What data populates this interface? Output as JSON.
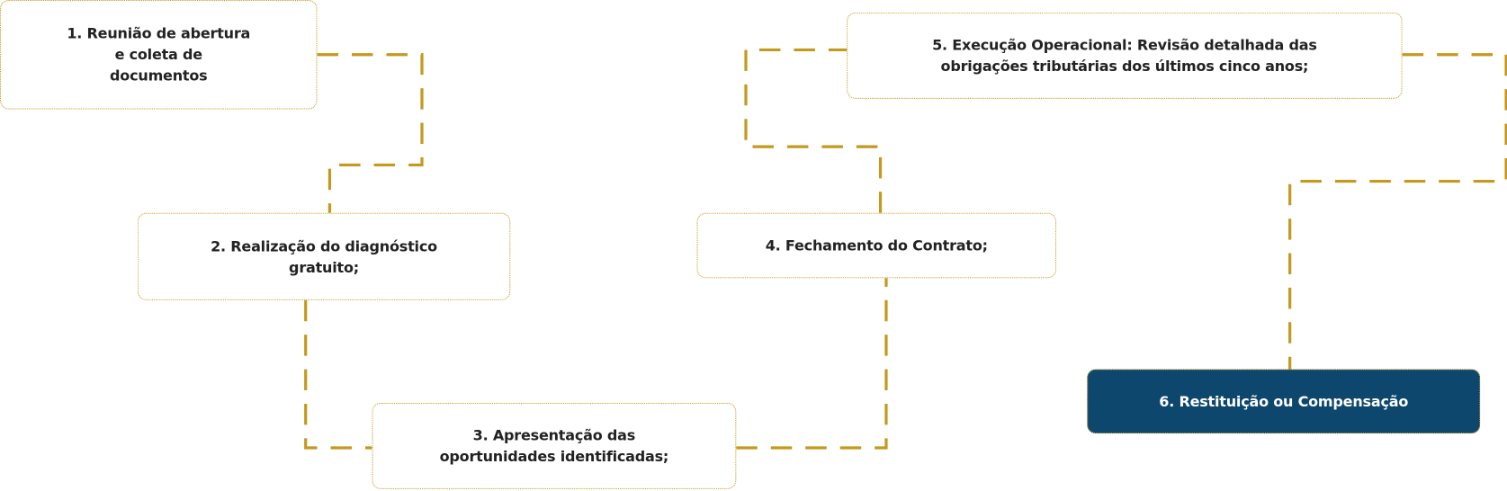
{
  "colors": {
    "connector": "#C49A1E",
    "box_border": "#C49A1E",
    "final_fill": "#0E476D",
    "text": "#222222"
  },
  "steps": [
    {
      "label": "1. Reunião de abertura\ne coleta de\ndocumentos"
    },
    {
      "label": "2. Realização do diagnóstico\ngratuito;"
    },
    {
      "label": "3. Apresentação das\noportunidades identificadas;"
    },
    {
      "label": "4. Fechamento do Contrato;"
    },
    {
      "label": "5. Execução Operacional: Revisão detalhada das\nobrigações tributárias dos últimos cinco anos;"
    },
    {
      "label": "6. Restituição ou Compensação"
    }
  ]
}
